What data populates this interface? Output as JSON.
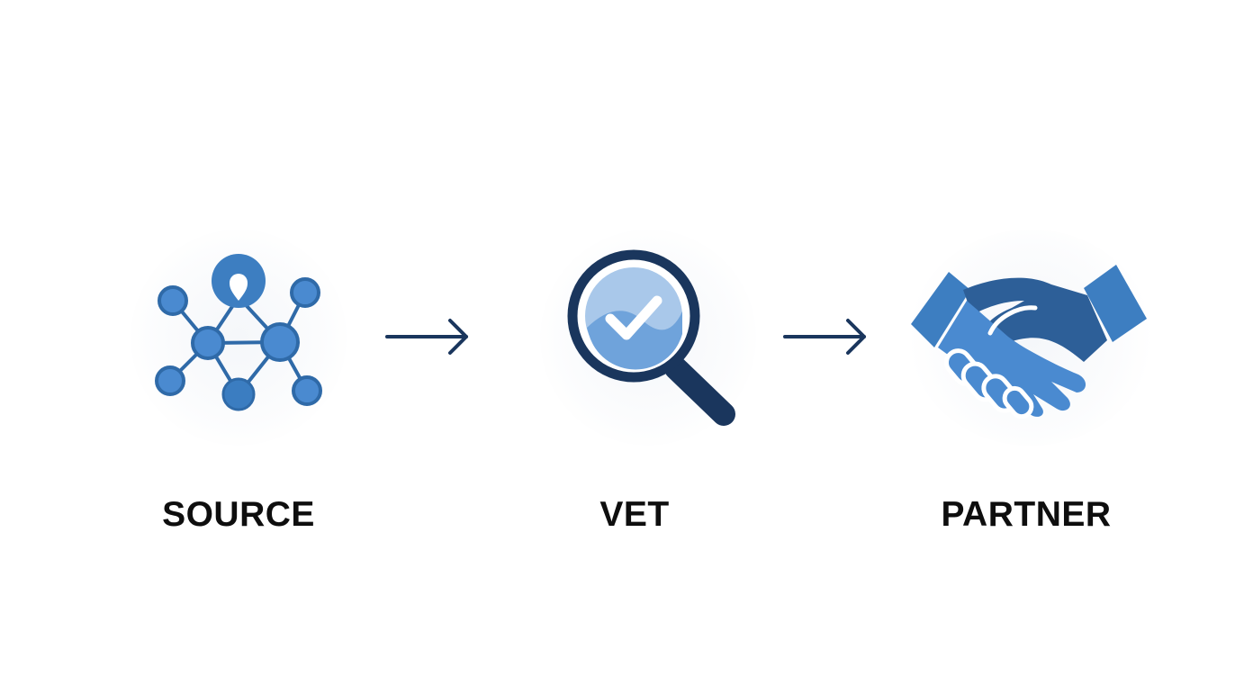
{
  "steps": [
    {
      "label": "SOURCE",
      "icon": "network-nodes-icon"
    },
    {
      "label": "VET",
      "icon": "magnifier-check-icon"
    },
    {
      "label": "PARTNER",
      "icon": "handshake-icon"
    }
  ],
  "connectors": [
    "arrow-right-icon",
    "arrow-right-icon"
  ],
  "colors": {
    "primary_blue": "#3d7ec1",
    "dark_navy": "#1a365d",
    "light_blue": "#a9c8ea",
    "mid_blue": "#6fa3db",
    "text": "#0e0e0e"
  }
}
